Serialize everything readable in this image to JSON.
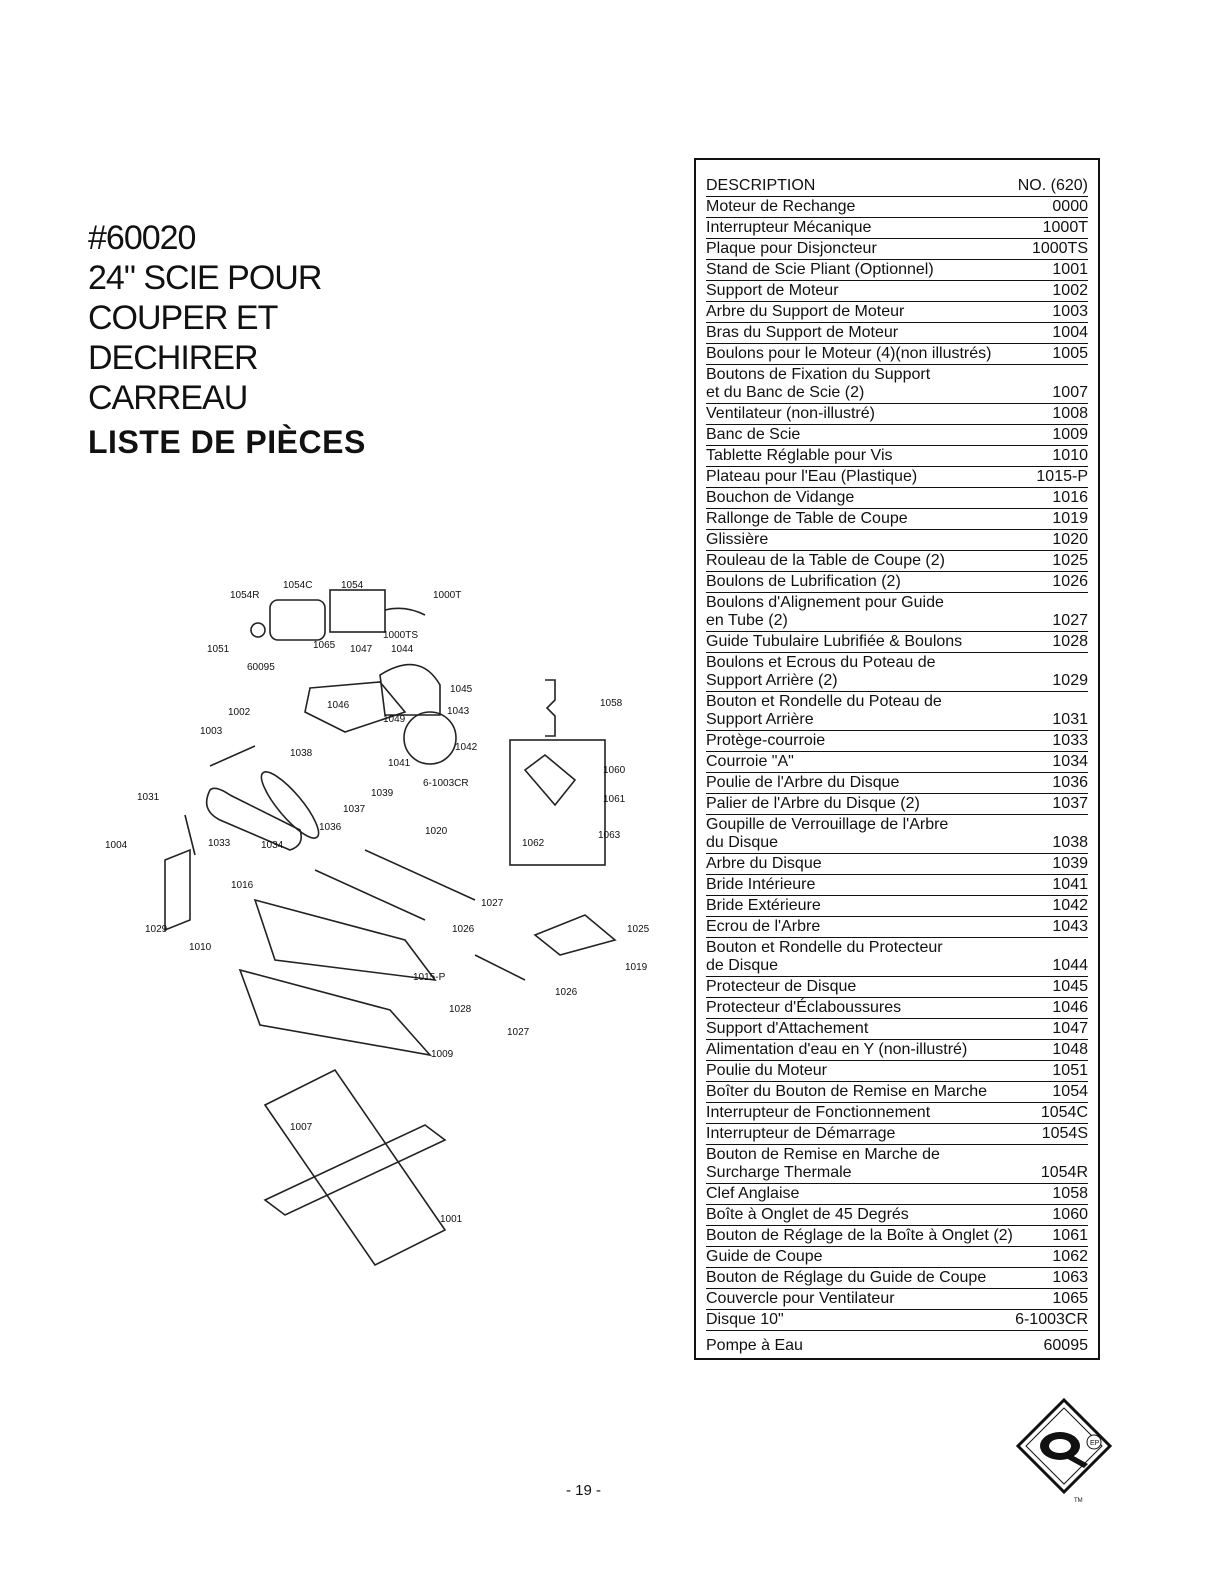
{
  "title": {
    "line1": "#60020",
    "line2": "24\" SCIE POUR",
    "line3": "COUPER ET",
    "line4": "DECHIRER CARREAU",
    "line5": "LISTE DE PIÈCES"
  },
  "table": {
    "header": {
      "description": "DESCRIPTION",
      "number": "NO. (620)"
    },
    "rows": [
      {
        "d": "Moteur de Rechange",
        "n": "0000"
      },
      {
        "d": "Interrupteur Mécanique",
        "n": "1000T"
      },
      {
        "d": "Plaque pour Disjoncteur",
        "n": "1000TS"
      },
      {
        "d": "Stand de Scie Pliant  (Optionnel)",
        "n": "1001"
      },
      {
        "d": "Support de Moteur",
        "n": "1002"
      },
      {
        "d": "Arbre du Support de Moteur",
        "n": "1003"
      },
      {
        "d": "Bras du Support de Moteur",
        "n": "1004"
      },
      {
        "d": "Boulons pour le Moteur (4)(non illustrés)",
        "n": "1005"
      },
      {
        "d": "Boutons de Fixation du Support\net du Banc de Scie (2)",
        "n": "1007"
      },
      {
        "d": "Ventilateur (non-illustré)",
        "n": "1008"
      },
      {
        "d": "Banc de Scie",
        "n": "1009"
      },
      {
        "d": "Tablette Réglable pour Vis",
        "n": "1010"
      },
      {
        "d": "Plateau pour l'Eau (Plastique)",
        "n": "1015-P"
      },
      {
        "d": "Bouchon de Vidange",
        "n": "1016"
      },
      {
        "d": "Rallonge de Table de Coupe",
        "n": "1019"
      },
      {
        "d": "Glissière",
        "n": "1020"
      },
      {
        "d": "Rouleau de la Table de Coupe (2)",
        "n": "1025"
      },
      {
        "d": "Boulons de Lubrification (2)",
        "n": "1026"
      },
      {
        "d": "Boulons d'Alignement pour Guide\nen Tube (2)",
        "n": "1027"
      },
      {
        "d": "Guide Tubulaire Lubrifiée & Boulons",
        "n": "1028"
      },
      {
        "d": "Boulons et Ecrous du Poteau de\nSupport Arrière (2)",
        "n": "1029"
      },
      {
        "d": "Bouton et Rondelle du Poteau de\nSupport Arrière",
        "n": "1031"
      },
      {
        "d": "Protège-courroie",
        "n": "1033"
      },
      {
        "d": "Courroie \"A\"",
        "n": "1034"
      },
      {
        "d": "Poulie de l'Arbre du Disque",
        "n": "1036"
      },
      {
        "d": "Palier de l'Arbre du Disque (2)",
        "n": "1037"
      },
      {
        "d": "Goupille de Verrouillage de l'Arbre\ndu Disque",
        "n": "1038"
      },
      {
        "d": "Arbre du Disque",
        "n": "1039"
      },
      {
        "d": "Bride Intérieure",
        "n": "1041"
      },
      {
        "d": "Bride Extérieure",
        "n": "1042"
      },
      {
        "d": "Ecrou de l'Arbre",
        "n": "1043"
      },
      {
        "d": "Bouton et Rondelle du Protecteur\nde Disque",
        "n": "1044"
      },
      {
        "d": "Protecteur de Disque",
        "n": "1045"
      },
      {
        "d": "Protecteur d'Éclaboussures",
        "n": "1046"
      },
      {
        "d": "Support d'Attachement",
        "n": "1047"
      },
      {
        "d": "Alimentation d'eau en Y (non-illustré)",
        "n": "1048"
      },
      {
        "d": "Poulie du Moteur",
        "n": "1051"
      },
      {
        "d": "Boîter du Bouton de Remise en Marche",
        "n": "1054"
      },
      {
        "d": "Interrupteur de Fonctionnement",
        "n": "1054C"
      },
      {
        "d": "Interrupteur de Démarrage",
        "n": "1054S"
      },
      {
        "d": "Bouton de Remise en Marche de\nSurcharge Thermale",
        "n": "1054R"
      },
      {
        "d": "Clef Anglaise",
        "n": "1058"
      },
      {
        "d": "Boîte à Onglet de 45 Degrés",
        "n": "1060"
      },
      {
        "d": "Bouton de Réglage de la Boîte à Onglet (2)",
        "n": "1061"
      },
      {
        "d": "Guide de Coupe",
        "n": "1062"
      },
      {
        "d": "Bouton de Réglage du Guide de Coupe",
        "n": "1063"
      },
      {
        "d": "Couvercle pour Ventilateur",
        "n": "1065"
      },
      {
        "d": "Disque 10\"",
        "n": "6-1003CR"
      },
      {
        "d": "Pompe à Eau",
        "n": "60095"
      }
    ]
  },
  "diagram": {
    "callouts": {
      "c1054R": "1054R",
      "c1054C": "1054C",
      "c1054": "1054",
      "c1000T": "1000T",
      "c1000TS": "1000TS",
      "c1051": "1051",
      "c1065": "1065",
      "c1047": "1047",
      "c1044": "1044",
      "c60095": "60095",
      "c1045": "1045",
      "c1058": "1058",
      "c1046": "1046",
      "c1002": "1002",
      "c1049": "1049",
      "c1043": "1043",
      "c1003": "1003",
      "c1038": "1038",
      "c1042": "1042",
      "c1041": "1041",
      "c1060": "1060",
      "c6_1003CR": "6-1003CR",
      "c1039": "1039",
      "c1061": "1061",
      "c1031": "1031",
      "c1037": "1037",
      "c1036": "1036",
      "c1063": "1063",
      "c1020": "1020",
      "c1062": "1062",
      "c1004": "1004",
      "c1033": "1033",
      "c1034": "1034",
      "c1016": "1016",
      "c1027a": "1027",
      "c1025": "1025",
      "c1026b": "1026",
      "c1029": "1029",
      "c1010": "1010",
      "c1019": "1019",
      "c1015P": "1015-P",
      "c1026": "1026",
      "c1028": "1028",
      "c1027b": "1027",
      "c1009": "1009",
      "c1007": "1007",
      "c1001": "1001"
    }
  },
  "footer": {
    "page": "- 19 -",
    "logo_letters": "EP",
    "logo_tm": "TM"
  }
}
